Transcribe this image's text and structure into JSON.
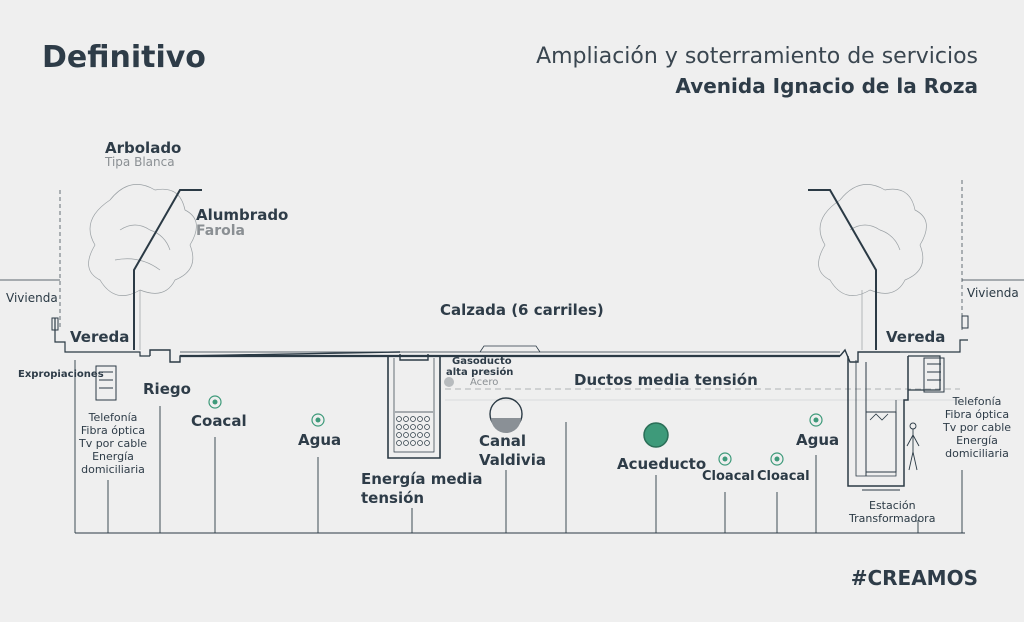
{
  "title": "Definitivo",
  "subtitle_line1": "Ampliación y soterramiento de servicios",
  "subtitle_line2": "Avenida Ignacio de la Roza",
  "hashtag": "#CREAMOS",
  "labels": {
    "arbolado": "Arbolado",
    "tipa_blanca": "Tipa Blanca",
    "alumbrado": "Alumbrado",
    "farola": "Farola",
    "vivienda_left": "Vivienda",
    "vivienda_right": "Vivienda",
    "vereda_left": "Vereda",
    "vereda_right": "Vereda",
    "calzada": "Calzada (6 carriles)",
    "expropiaciones": "Expropiaciones",
    "riego": "Riego",
    "gasoducto_1": "Gasoducto",
    "gasoducto_2": "alta presión",
    "acero": "Acero",
    "ductos_media": "Ductos media tensión",
    "coacal": "Coacal",
    "agua_left": "Agua",
    "agua_right": "Agua",
    "canal_1": "Canal",
    "canal_2": "Valdivia",
    "acueducto": "Acueducto",
    "cloacal_1": "Cloacal",
    "cloacal_2": "Cloacal",
    "energia_1": "Energía media",
    "energia_2": "tensión",
    "estacion_1": "Estación",
    "estacion_2": "Transformadora",
    "servicios_left": [
      "Telefonía",
      "Fibra óptica",
      "Tv por cable",
      "Energía",
      "domiciliaria"
    ],
    "servicios_right": [
      "Telefonía",
      "Fibra óptica",
      "Tv por cable",
      "Energía",
      "domiciliaria"
    ]
  },
  "colors": {
    "background": "#efefef",
    "text": "#2e3c48",
    "muted": "#8a8f93",
    "pipe_green": "#3e9a7a",
    "line": "#2b3a45"
  }
}
